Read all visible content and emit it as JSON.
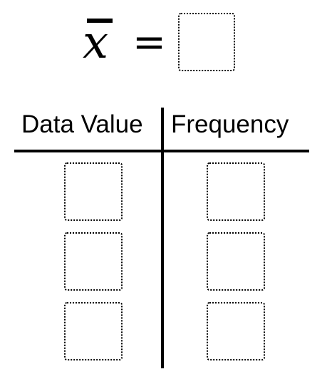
{
  "mean": {
    "symbol": "x",
    "equals": "=",
    "value": ""
  },
  "table": {
    "headers": [
      "Data Value",
      "Frequency"
    ],
    "rows": [
      {
        "data_value": "",
        "frequency": ""
      },
      {
        "data_value": "",
        "frequency": ""
      },
      {
        "data_value": "",
        "frequency": ""
      }
    ]
  }
}
